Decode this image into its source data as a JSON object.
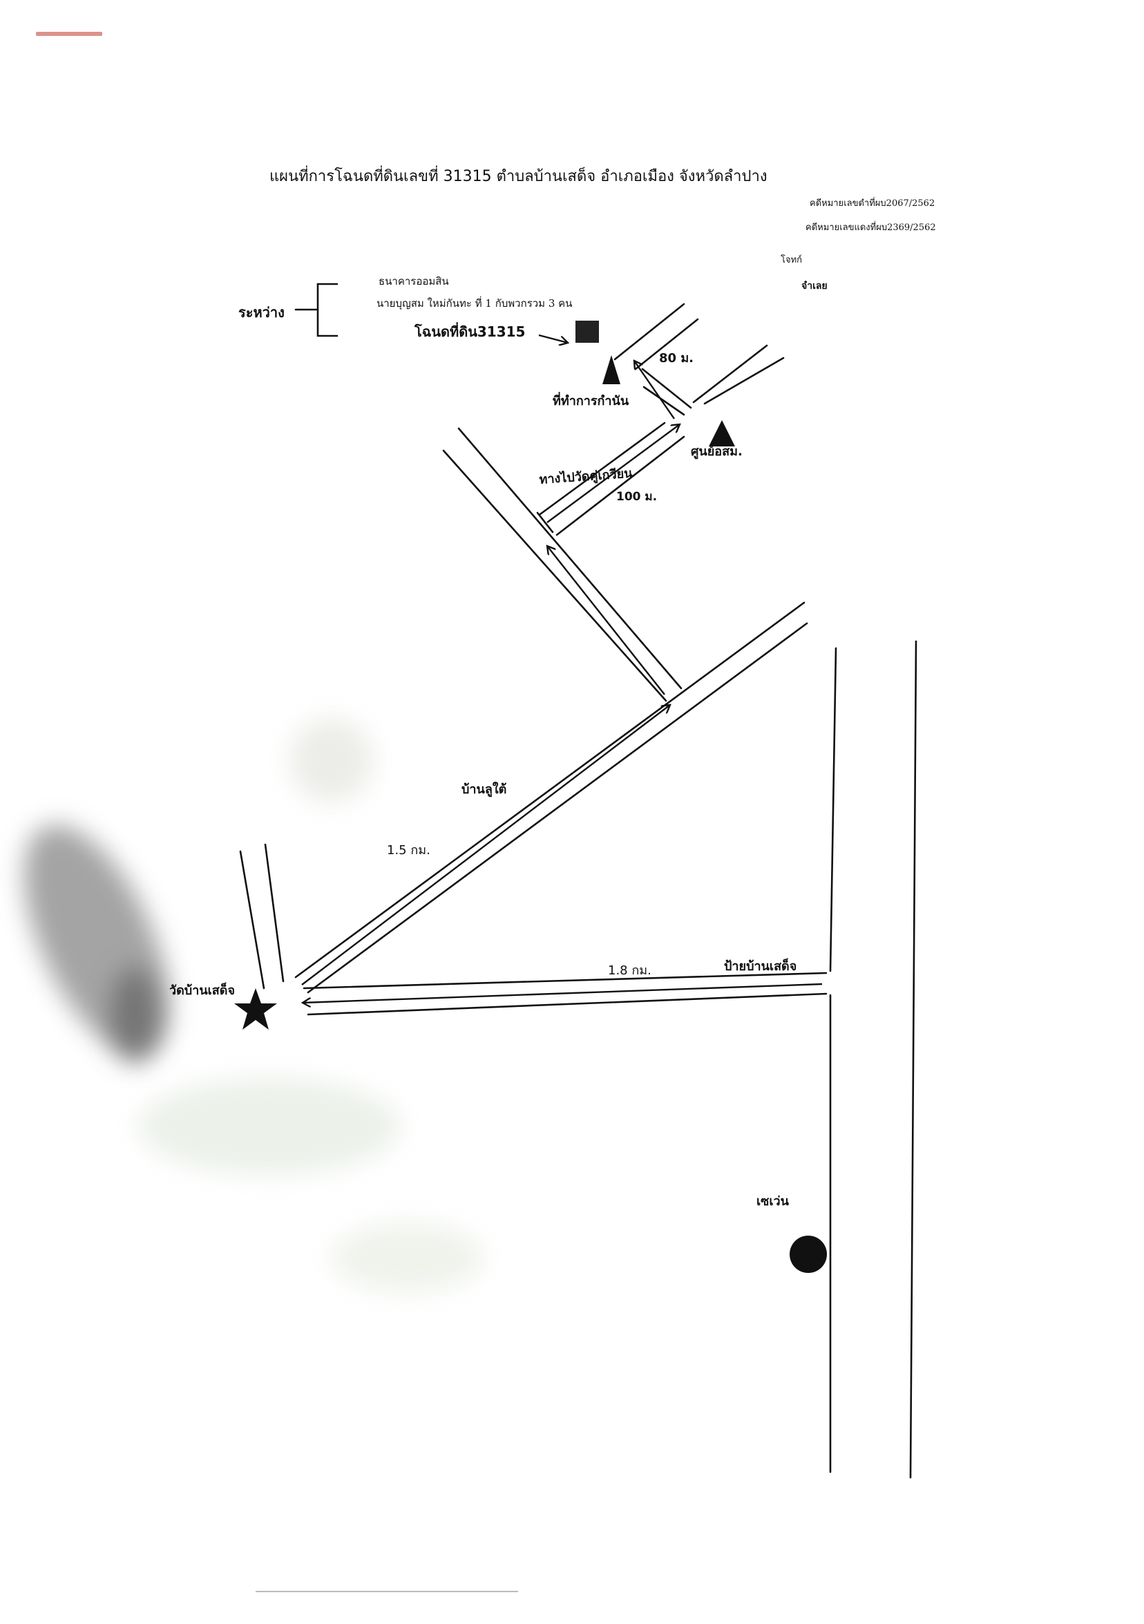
{
  "title": "แผนที่การโฉนดที่ดินเลขที่ 31315  ตำบลบ้านเสด็จ  อำเภอเมือง จังหวัดลำปาง",
  "case_numbers": {
    "case1": "คดีหมายเลขดำที่ผบ2067/2562",
    "case2": "คดีหมายเลขแดงที่ผบ2369/2562"
  },
  "parties": {
    "plaintiff_label": "โจทก์",
    "defendant_label": "จำเลย",
    "between_label": "ระหว่าง",
    "plaintiff_name": "ธนาคารออมสิน",
    "defendant_name": "นายบุญสม  ใหม่กันทะ  ที่ 1 กับพวกรวม 3 คน"
  },
  "map": {
    "deed_label": "โฉนดที่ดิน31315",
    "dist_80": "80 ม.",
    "kamnan_office": "ที่ทำการกำนัน",
    "osm_center": "ศูนย์อสม.",
    "road_to_temple": "ทางไปวัดคู่เกวียน",
    "dist_100": "100 ม.",
    "ban_lu_dai": "บ้านลูใต้",
    "dist_1_5": "1.5 กม.",
    "wat_ban_sadet": "วัดบ้านเสด็จ",
    "dist_1_8": "1.8 กม.",
    "ban_sadet_sign": "ป้ายบ้านเสด็จ",
    "seven_eleven": "เซเว่น"
  },
  "icons": {
    "deed_marker": "square-marker-icon",
    "kamnan_marker": "triangle-marker-icon",
    "osm_marker": "triangle-marker-icon",
    "temple_marker": "star-icon",
    "seven_marker": "circle-marker-icon"
  },
  "colors": {
    "ink": "#111111",
    "paper": "#ffffff",
    "stamp": "#c0392b"
  }
}
